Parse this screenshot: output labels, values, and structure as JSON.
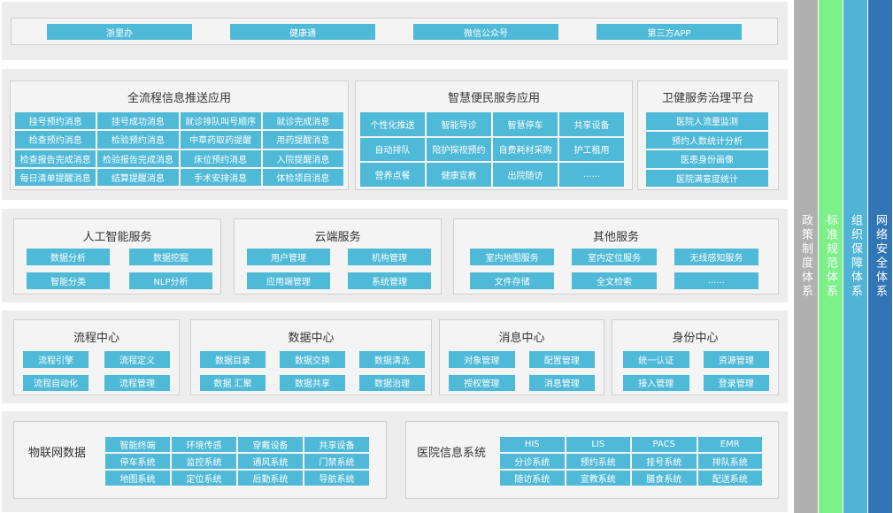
{
  "entry_channels": [
    "浙里办",
    "健康通",
    "微信公众号",
    "第三方APP"
  ],
  "apps": {
    "push": {
      "title": "全流程信息推送应用",
      "items": [
        "挂号预约消息",
        "挂号成功消息",
        "就诊排队叫号顺序",
        "就诊完成消息",
        "检查预约消息",
        "检验预约消息",
        "中草药取药提醒",
        "用药提醒消息",
        "检查报告完成消息",
        "检验报告完成消息",
        "床位预约消息",
        "入院提醒消息",
        "每日清单提醒消息",
        "结算提醒消息",
        "手术安排消息",
        "体检项目消息"
      ]
    },
    "convenience": {
      "title": "智慧便民服务应用",
      "items": [
        "个性化推送",
        "智能导诊",
        "智慧停车",
        "共享设备",
        "自动排队",
        "陪护探视预约",
        "自费耗材采购",
        "护工租用",
        "营养点餐",
        "健康宣教",
        "出院随访",
        "......"
      ]
    },
    "governance": {
      "title": "卫健服务治理平台",
      "items": [
        "医院人流量监测",
        "预约人数统计分析",
        "医患身份画像",
        "医院满意度统计"
      ]
    }
  },
  "services": {
    "ai": {
      "title": "人工智能服务",
      "items": [
        "数据分析",
        "数据挖掘",
        "智能分类",
        "NLP分析"
      ]
    },
    "cloud": {
      "title": "云端服务",
      "items": [
        "用户管理",
        "机构管理",
        "应用端管理",
        "系统管理"
      ]
    },
    "other": {
      "title": "其他服务",
      "items": [
        "室内地图服务",
        "室内定位服务",
        "无线感知服务",
        "文件存储",
        "全文检索",
        "......"
      ]
    }
  },
  "centers": {
    "process": {
      "title": "流程中心",
      "items": [
        "流程引擎",
        "流程定义",
        "流程自动化",
        "流程管理"
      ]
    },
    "data": {
      "title": "数据中心",
      "items": [
        "数据目录",
        "数据交换",
        "数据清洗",
        "数据 汇聚",
        "数据共享",
        "数据治理"
      ]
    },
    "message": {
      "title": "消息中心",
      "items": [
        "对象管理",
        "配置管理",
        "授权管理",
        "消息管理"
      ]
    },
    "identity": {
      "title": "身份中心",
      "items": [
        "统一认证",
        "资源管理",
        "接入管理",
        "登录管理"
      ]
    }
  },
  "data_sources": {
    "iot": {
      "title": "物联网数据",
      "items": [
        "智能终端",
        "环境传感",
        "穿戴设备",
        "共享设备",
        "停车系统",
        "监控系统",
        "通风系统",
        "门禁系统",
        "地图系统",
        "定位系统",
        "后勤系统",
        "导航系统"
      ]
    },
    "his": {
      "title": "医院信息系统",
      "items": [
        "HIS",
        "LIS",
        "PACS",
        "EMR",
        "分诊系统",
        "预约系统",
        "挂号系统",
        "排队系统",
        "随访系统",
        "宣教系统",
        "膳食系统",
        "配送系统"
      ]
    }
  },
  "pillars": [
    {
      "label": "政策制度体系",
      "color": "#b0b0b0"
    },
    {
      "label": "标准规范体系",
      "color": "#7ef08a"
    },
    {
      "label": "组织保障体系",
      "color": "#50b4d6"
    },
    {
      "label": "网络安全体系",
      "color": "#3275b6"
    }
  ]
}
